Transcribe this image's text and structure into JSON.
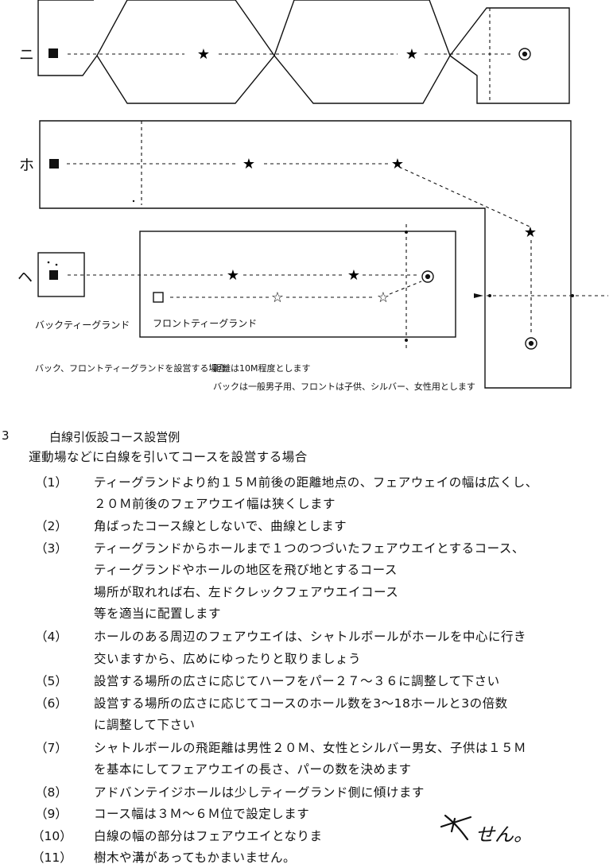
{
  "diagram": {
    "row_labels": [
      "ニ",
      "ホ",
      "ヘ"
    ],
    "label_back_tee": "バックティーグランド",
    "label_front_tee": "フロントティーグランド",
    "note_left": "バック、フロントティーグランドを設営する場合",
    "note_distance": "距離は10M程度とします",
    "note_usage": "バックは一般男子用、フロントは子供、シルバー、女性用とします"
  },
  "section": {
    "number": "3",
    "title": "白線引仮設コース設営例",
    "intro": "運動場などに白線を引いてコースを設営する場合",
    "items": [
      {
        "num": "（1）",
        "lines": [
          "ティーグランドより約１５Ｍ前後の距離地点の、フェアウェイの幅は広くし、",
          "２０Ｍ前後のフェアウエイ幅は狭くします"
        ]
      },
      {
        "num": "（2）",
        "lines": [
          "角ばったコース線としないで、曲線とします"
        ]
      },
      {
        "num": "（3）",
        "lines": [
          "ティーグランドからホールまで１つのつづいたフェアウエイとするコース、",
          "ティーグランドやホールの地区を飛び地とするコース",
          "場所が取れれば右、左ドクレックフェアウエイコース",
          "等を適当に配置します"
        ]
      },
      {
        "num": "（4）",
        "lines": [
          "ホールのある周辺のフェアウエイは、シャトルボールがホールを中心に行き",
          "交いますから、広めにゆったりと取りましょう"
        ]
      },
      {
        "num": "（5）",
        "lines": [
          "設営する場所の広さに応じてハーフをパー２７～３６に調整して下さい"
        ]
      },
      {
        "num": "（6）",
        "lines": [
          "設営する場所の広さに応じてコースのホール数を3～18ホールと3の倍数",
          "に調整して下さい"
        ]
      },
      {
        "num": "（7）",
        "lines": [
          "シャトルボールの飛距離は男性２０Ｍ、女性とシルバー男女、子供は１５Ｍ",
          "を基本にしてフェアウエイの長さ、パーの数を決めます"
        ]
      },
      {
        "num": "（8）",
        "lines": [
          "アドバンテイジホールは少しティーグランド側に傾けます"
        ]
      },
      {
        "num": "（9）",
        "lines": [
          "コース幅は３Ｍ～６Ｍ位で設定します"
        ]
      },
      {
        "num": "（10）",
        "lines": [
          "白線の幅の部分はフェアウエイとなりま"
        ]
      },
      {
        "num": "（11）",
        "lines": [
          "樹木や溝があってもかまいません。"
        ]
      }
    ],
    "handwritten": "せん。"
  }
}
